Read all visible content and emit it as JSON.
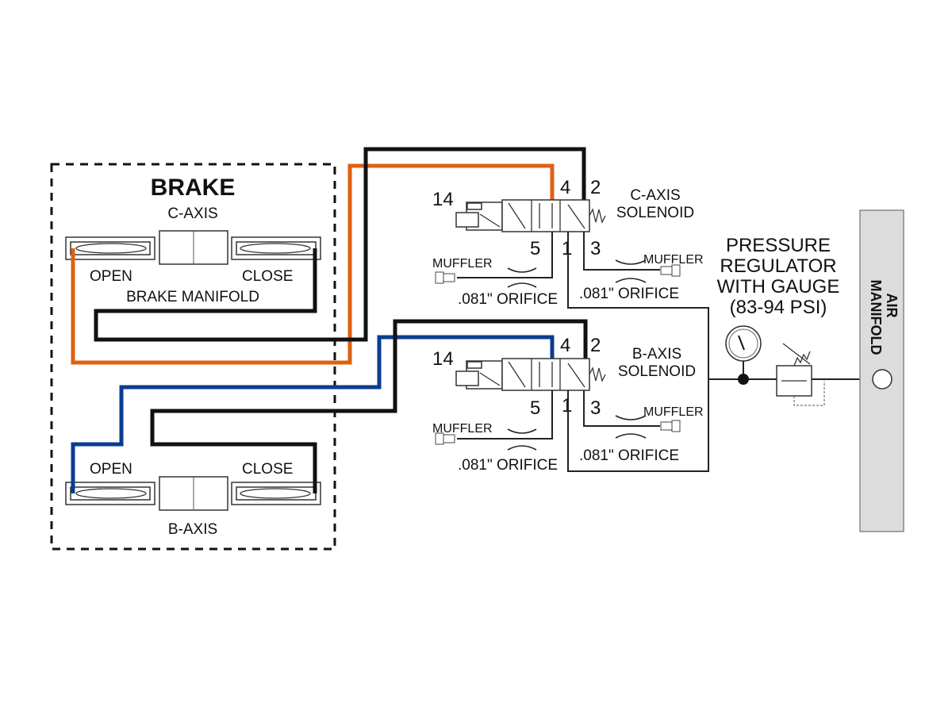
{
  "brake": {
    "title": "BRAKE",
    "c_axis_label": "C-AXIS",
    "b_axis_label": "B-AXIS",
    "manifold_label": "BRAKE MANIFOLD",
    "open_label": "OPEN",
    "close_label": "CLOSE"
  },
  "c_solenoid": {
    "label_line1": "C-AXIS",
    "label_line2": "SOLENOID",
    "port_14": "14",
    "port_4": "4",
    "port_2": "2",
    "port_5": "5",
    "port_1": "1",
    "port_3": "3",
    "muffler_left": "MUFFLER",
    "muffler_right": "MUFFLER",
    "orifice_left": ".081\" ORIFICE",
    "orifice_right": ".081\" ORIFICE"
  },
  "b_solenoid": {
    "label_line1": "B-AXIS",
    "label_line2": "SOLENOID",
    "port_14": "14",
    "port_4": "4",
    "port_2": "2",
    "port_5": "5",
    "port_1": "1",
    "port_3": "3",
    "muffler_left": "MUFFLER",
    "muffler_right": "MUFFLER",
    "orifice_left": ".081\" ORIFICE",
    "orifice_right": ".081\" ORIFICE"
  },
  "regulator": {
    "line1": "PRESSURE",
    "line2": "REGULATOR",
    "line3": "WITH GAUGE",
    "line4": "(83-94 PSI)"
  },
  "air_manifold": {
    "line1": "AIR",
    "line2": "MANIFOLD"
  },
  "colors": {
    "c_axis_open_hose": "#e06010",
    "b_axis_open_hose": "#0a3d8f",
    "close_hose": "#111111",
    "air_manifold_fill": "#dcdcdc"
  }
}
